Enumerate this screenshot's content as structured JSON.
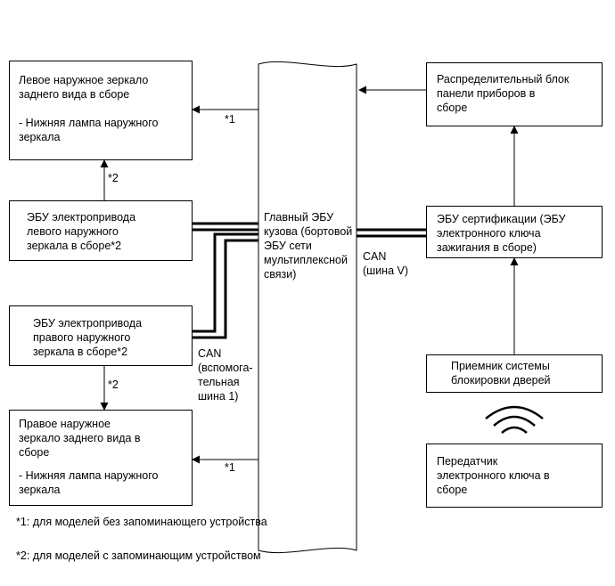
{
  "blocks": {
    "left_mirror": "Левое наружное зеркало\nзаднего вида в сборе",
    "left_mirror_lamp": "- Нижняя лампа наружного\nзеркала",
    "left_mirror_ecu": "ЭБУ электропривода\nлевого наружного\nзеркала в сборе*2",
    "right_mirror_ecu": "ЭБУ электропривода\nправого наружного\nзеркала в сборе*2",
    "right_mirror": "Правое наружное\nзеркало заднего вида в\nсборе",
    "right_mirror_lamp": "- Нижняя лампа наружного\nзеркала",
    "main_body_ecu": "Главный ЭБУ\nкузова (бортовой\nЭБУ сети\nмультиплексной\nсвязи)",
    "junction_block": "Распределительный блок\nпанели приборов в\nсборе",
    "certification_ecu": "ЭБУ сертификации (ЭБУ\nэлектронного ключа\nзажигания в сборе)",
    "door_lock_receiver": "Приемник системы\nблокировки дверей",
    "key_transmitter": "Передатчик\nэлектронного ключа в\nсборе"
  },
  "labels": {
    "can_aux": "CAN\n(вспомога-\nтельная\nшина 1)",
    "can_v": "CAN\n(шина V)",
    "mark1_top": "*1",
    "mark1_bottom": "*1",
    "mark2_top": "*2",
    "mark2_bottom": "*2"
  },
  "footnotes": {
    "note1": "*1: для моделей без запоминающего устройства",
    "note2": "*2: для моделей с запоминающим устройством"
  },
  "colors": {
    "line": "#000000",
    "background": "#ffffff"
  }
}
